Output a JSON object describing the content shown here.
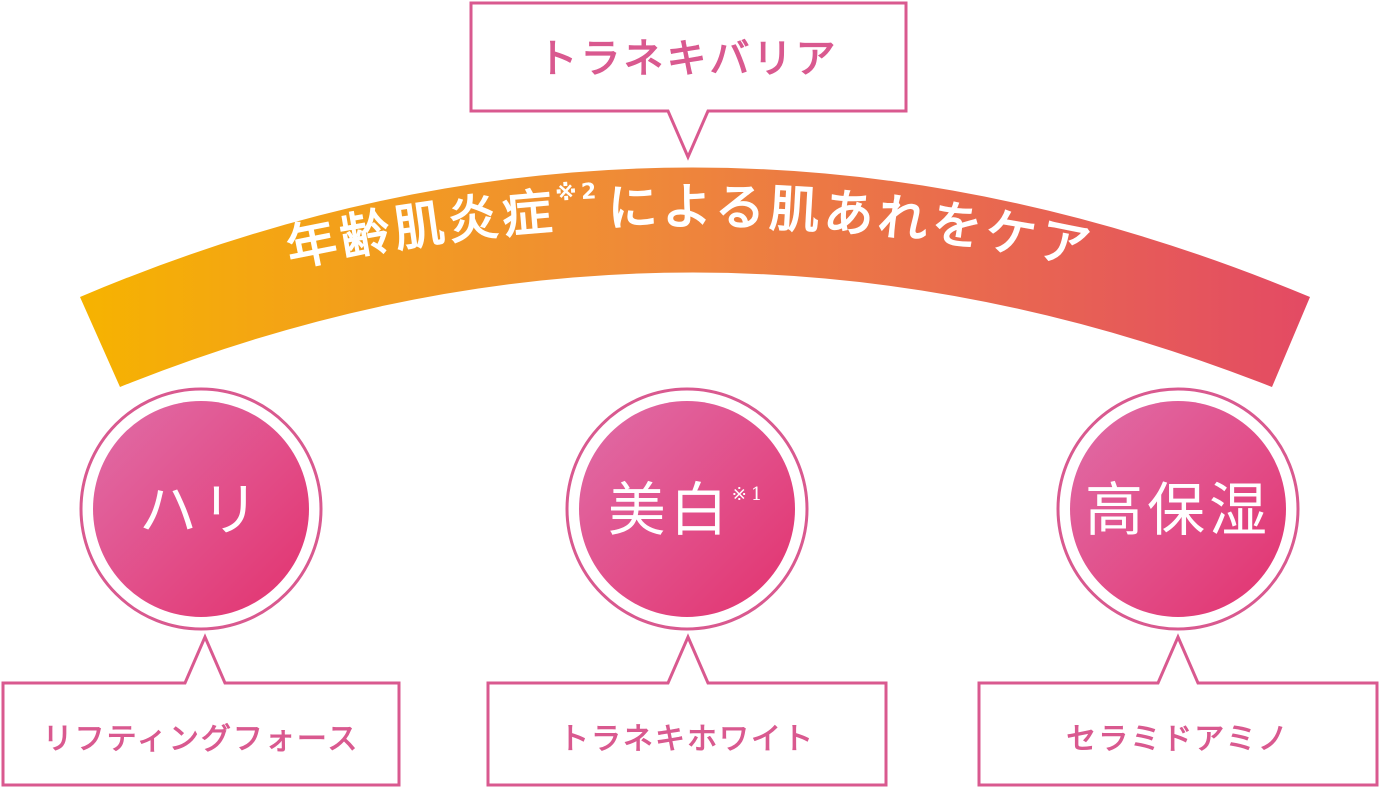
{
  "top_callout": {
    "label": "トラネキバリア"
  },
  "arc_banner": {
    "main_text": "年齢肌炎症",
    "footnote_mark": "※2",
    "tail_text": "による肌あれをケア"
  },
  "benefits": [
    {
      "title": "ハリ",
      "footnote_mark": "",
      "ingredient": "リフティングフォース"
    },
    {
      "title": "美白",
      "footnote_mark": "※1",
      "ingredient": "トラネキホワイト"
    },
    {
      "title": "高保湿",
      "footnote_mark": "",
      "ingredient": "セラミドアミノ"
    }
  ],
  "colors": {
    "pink_accent": "#d9598f",
    "pink_dark": "#e3326e",
    "pink_light": "#e267a8",
    "gradient_start": "#f6b300",
    "gradient_mid": "#ef8a38",
    "gradient_end": "#e34a64",
    "white": "#ffffff"
  }
}
